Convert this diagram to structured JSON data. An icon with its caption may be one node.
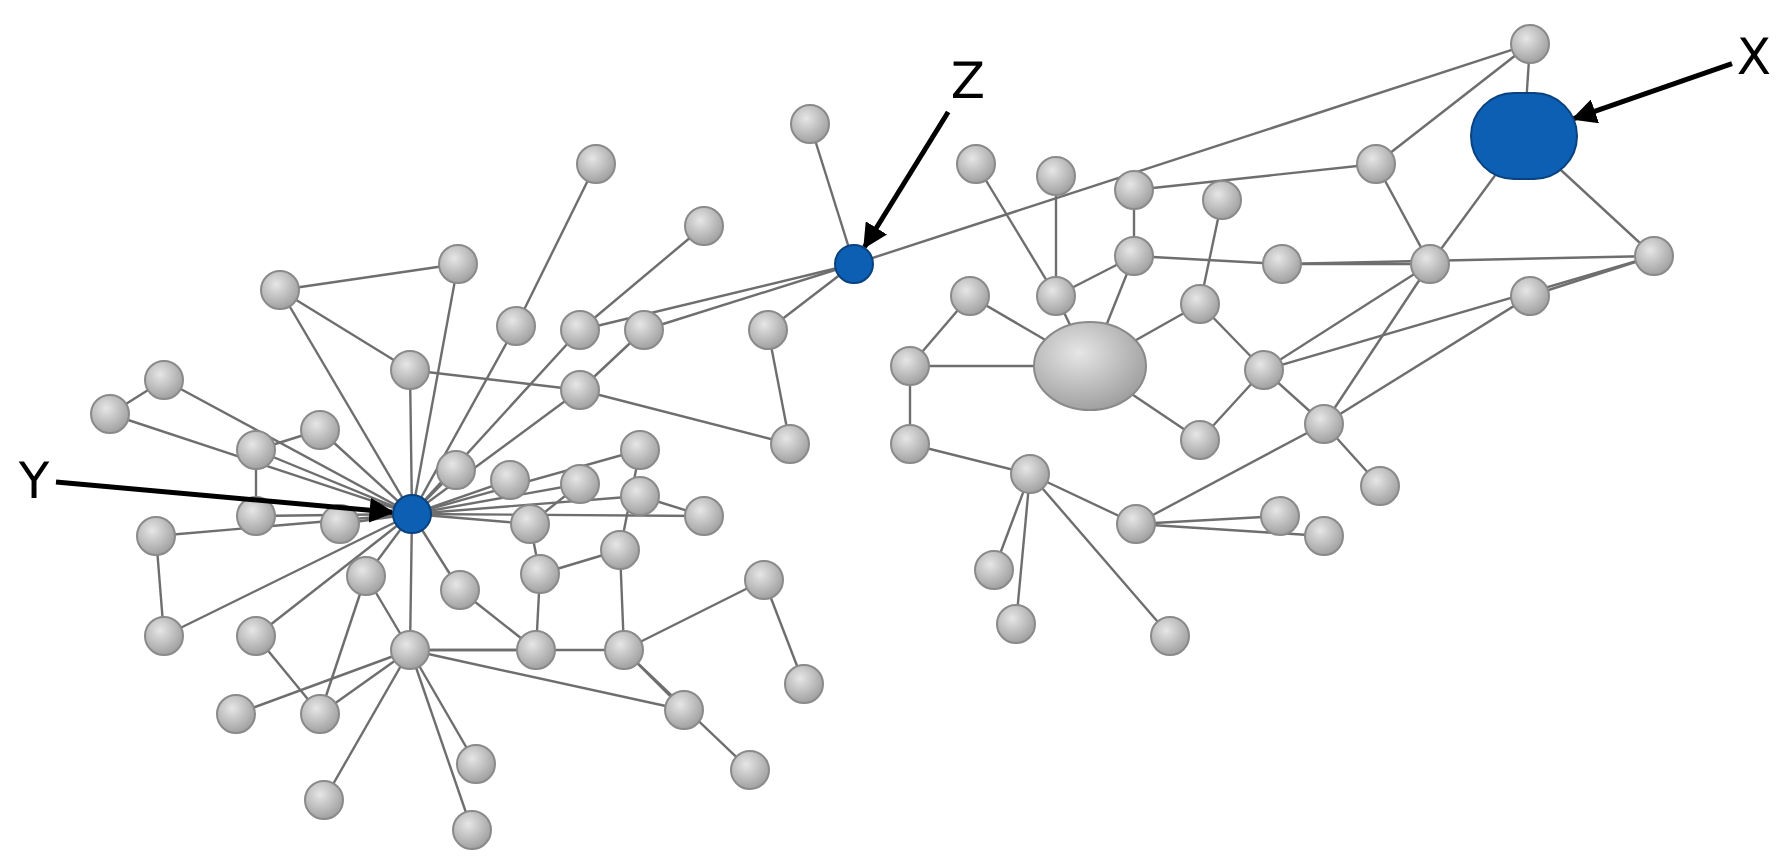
{
  "diagram": {
    "nodes": [
      {
        "text": [
          "X"
        ]
      },
      {
        "text": [
          "Z"
        ]
      },
      {
        "text": [
          "Y"
        ]
      },
      {
        "text": [],
        "shape": "circle"
      },
      {
        "text": [],
        "shape": "circle"
      },
      {
        "text": [],
        "shape": "circle"
      }
    ],
    "edges": [
      {
        "from": 0,
        "to": 5,
        "arrow": "to"
      },
      {
        "from": 1,
        "to": 4,
        "arrow": "to"
      },
      {
        "from": 2,
        "to": 3,
        "arrow": "to"
      }
    ]
  }
}
